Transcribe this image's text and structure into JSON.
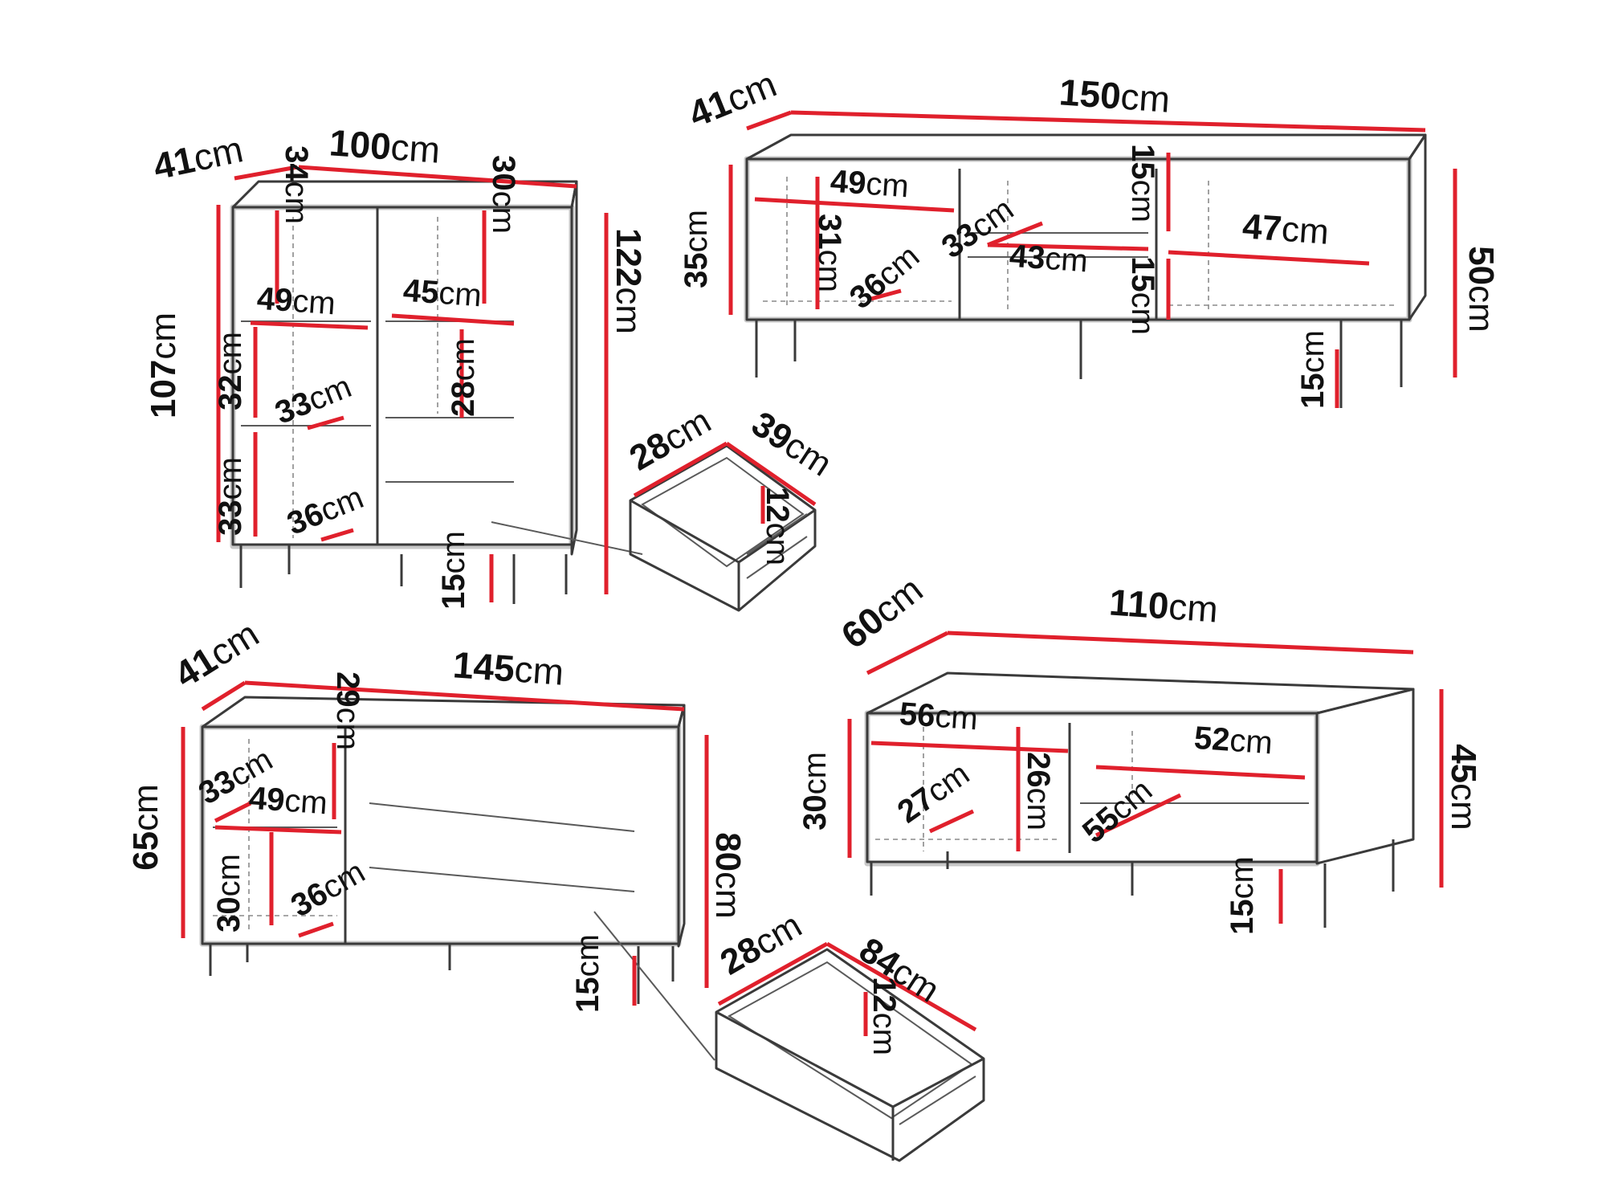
{
  "colors": {
    "dimension_line": "#e0202c",
    "outline": "#3a3a3a",
    "text": "#111111",
    "background": "#ffffff"
  },
  "items": [
    {
      "id": "highboard",
      "labels": [
        {
          "n": "41",
          "u": "cm"
        },
        {
          "n": "100",
          "u": "cm"
        },
        {
          "n": "34",
          "u": "cm"
        },
        {
          "n": "30",
          "u": "cm"
        },
        {
          "n": "107",
          "u": "cm"
        },
        {
          "n": "122",
          "u": "cm"
        },
        {
          "n": "49",
          "u": "cm"
        },
        {
          "n": "45",
          "u": "cm"
        },
        {
          "n": "32",
          "u": "cm"
        },
        {
          "n": "33",
          "u": "cm"
        },
        {
          "n": "28",
          "u": "cm"
        },
        {
          "n": "33",
          "u": "cm"
        },
        {
          "n": "36",
          "u": "cm"
        },
        {
          "n": "15",
          "u": "cm"
        }
      ]
    },
    {
      "id": "tv-stand",
      "labels": [
        {
          "n": "41",
          "u": "cm"
        },
        {
          "n": "150",
          "u": "cm"
        },
        {
          "n": "49",
          "u": "cm"
        },
        {
          "n": "15",
          "u": "cm"
        },
        {
          "n": "33",
          "u": "cm"
        },
        {
          "n": "47",
          "u": "cm"
        },
        {
          "n": "35",
          "u": "cm"
        },
        {
          "n": "31",
          "u": "cm"
        },
        {
          "n": "36",
          "u": "cm"
        },
        {
          "n": "43",
          "u": "cm"
        },
        {
          "n": "15",
          "u": "cm"
        },
        {
          "n": "50",
          "u": "cm"
        },
        {
          "n": "15",
          "u": "cm"
        }
      ]
    },
    {
      "id": "small-drawer",
      "labels": [
        {
          "n": "28",
          "u": "cm"
        },
        {
          "n": "39",
          "u": "cm"
        },
        {
          "n": "12",
          "u": "cm"
        }
      ]
    },
    {
      "id": "sideboard",
      "labels": [
        {
          "n": "41",
          "u": "cm"
        },
        {
          "n": "145",
          "u": "cm"
        },
        {
          "n": "29",
          "u": "cm"
        },
        {
          "n": "65",
          "u": "cm"
        },
        {
          "n": "33",
          "u": "cm"
        },
        {
          "n": "49",
          "u": "cm"
        },
        {
          "n": "80",
          "u": "cm"
        },
        {
          "n": "30",
          "u": "cm"
        },
        {
          "n": "36",
          "u": "cm"
        },
        {
          "n": "15",
          "u": "cm"
        }
      ]
    },
    {
      "id": "coffee-table",
      "labels": [
        {
          "n": "60",
          "u": "cm"
        },
        {
          "n": "110",
          "u": "cm"
        },
        {
          "n": "56",
          "u": "cm"
        },
        {
          "n": "52",
          "u": "cm"
        },
        {
          "n": "30",
          "u": "cm"
        },
        {
          "n": "26",
          "u": "cm"
        },
        {
          "n": "27",
          "u": "cm"
        },
        {
          "n": "55",
          "u": "cm"
        },
        {
          "n": "45",
          "u": "cm"
        },
        {
          "n": "15",
          "u": "cm"
        }
      ]
    },
    {
      "id": "large-drawer",
      "labels": [
        {
          "n": "28",
          "u": "cm"
        },
        {
          "n": "84",
          "u": "cm"
        },
        {
          "n": "12",
          "u": "cm"
        }
      ]
    }
  ]
}
